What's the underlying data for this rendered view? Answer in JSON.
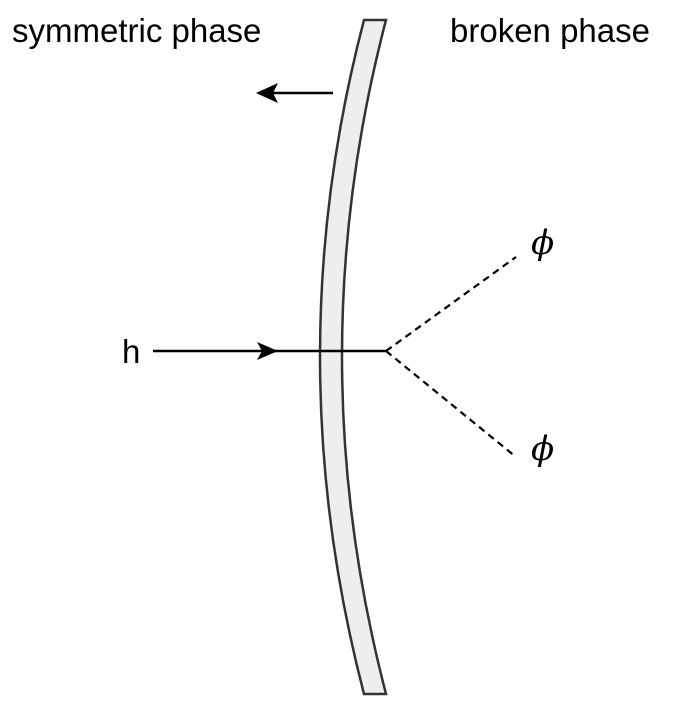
{
  "labels": {
    "symmetric_phase": "symmetric phase",
    "broken_phase": "broken phase",
    "incoming_particle": "h",
    "outgoing_particle_top": "ϕ",
    "outgoing_particle_bottom": "ϕ"
  },
  "colors": {
    "wall_fill": "#eeeeee",
    "wall_stroke": "#333333",
    "line": "#000000"
  }
}
